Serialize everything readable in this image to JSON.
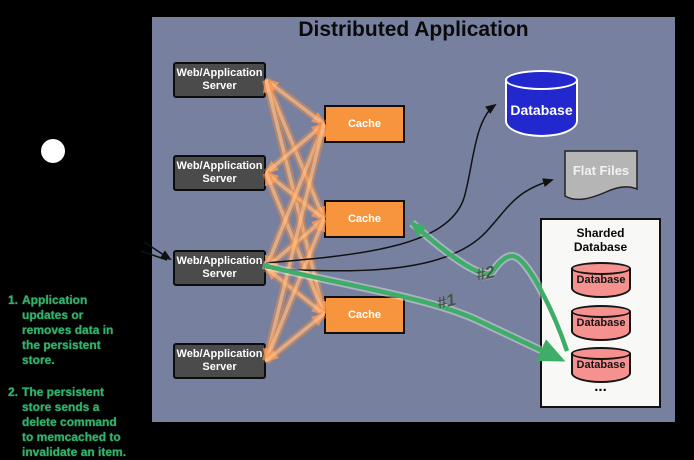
{
  "title": "Distributed Application",
  "annotations": {
    "items": [
      {
        "number": "1.",
        "text": "Application\nupdates or\nremoves data in\nthe persistent\nstore."
      },
      {
        "number": "2.",
        "text": "The persistent\nstore sends a\ndelete command\nto memcached to\ninvalidate an item."
      }
    ]
  },
  "servers": {
    "items": [
      {
        "label": "Web/Application Server"
      },
      {
        "label": "Web/Application Server"
      },
      {
        "label": "Web/Application Server"
      },
      {
        "label": "Web/Application Server"
      }
    ]
  },
  "caches": {
    "items": [
      {
        "label": "Cache"
      },
      {
        "label": "Cache"
      },
      {
        "label": "Cache"
      }
    ]
  },
  "database": {
    "label": "Database"
  },
  "flat_files": {
    "label": "Flat Files"
  },
  "sharded": {
    "title": "Sharded\nDatabase",
    "shards": [
      {
        "label": "Database"
      },
      {
        "label": "Database"
      },
      {
        "label": "Database"
      }
    ],
    "ellipsis": "..."
  },
  "arrow_labels": {
    "first": "#1",
    "second": "#2"
  },
  "colors": {
    "page_background": "#000000",
    "panel_background": "#77819F",
    "server_box": "#4B4B4B",
    "cache_box": "#F7953E",
    "database_cylinder": "#2227CE",
    "shard_cylinder": "#F5918F",
    "flat_files_shape": "#B5B5B5",
    "sharded_box": "#F8F8F6",
    "green_arrow": "#3EAD68",
    "green_text": "#2DB46A",
    "orange_arrow": "#F79646"
  }
}
